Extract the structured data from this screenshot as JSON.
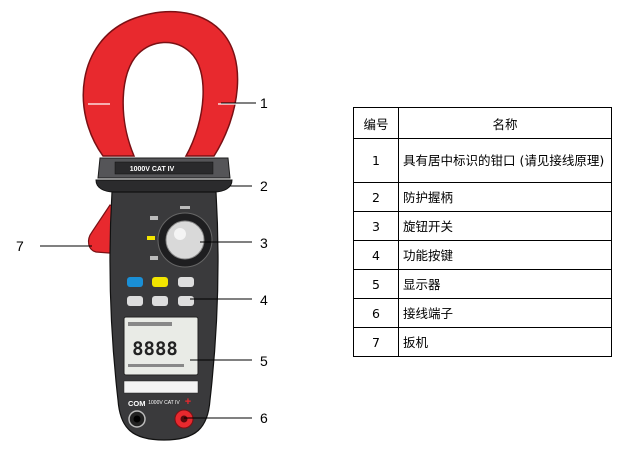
{
  "device": {
    "jaw_color": "#e8292e",
    "body_color": "#3a3a3c",
    "accent_yellow": "#f2e500",
    "accent_blue": "#1a8fd6",
    "rating_label": "1000V CAT IV",
    "display_digits": "8888",
    "terminal_com": "COM",
    "terminal_rating": "1000V CAT IV",
    "terminal_plus": "+"
  },
  "callouts": [
    "1",
    "2",
    "3",
    "4",
    "5",
    "6",
    "7"
  ],
  "legend": {
    "header_num": "编号",
    "header_name": "名称",
    "rows": [
      {
        "num": "1",
        "name": "具有居中标识的钳口 (请见接线原理)"
      },
      {
        "num": "2",
        "name": "防护握柄"
      },
      {
        "num": "3",
        "name": "旋钮开关"
      },
      {
        "num": "4",
        "name": "功能按键"
      },
      {
        "num": "5",
        "name": "显示器"
      },
      {
        "num": "6",
        "name": "接线端子"
      },
      {
        "num": "7",
        "name": "扳机"
      }
    ]
  }
}
